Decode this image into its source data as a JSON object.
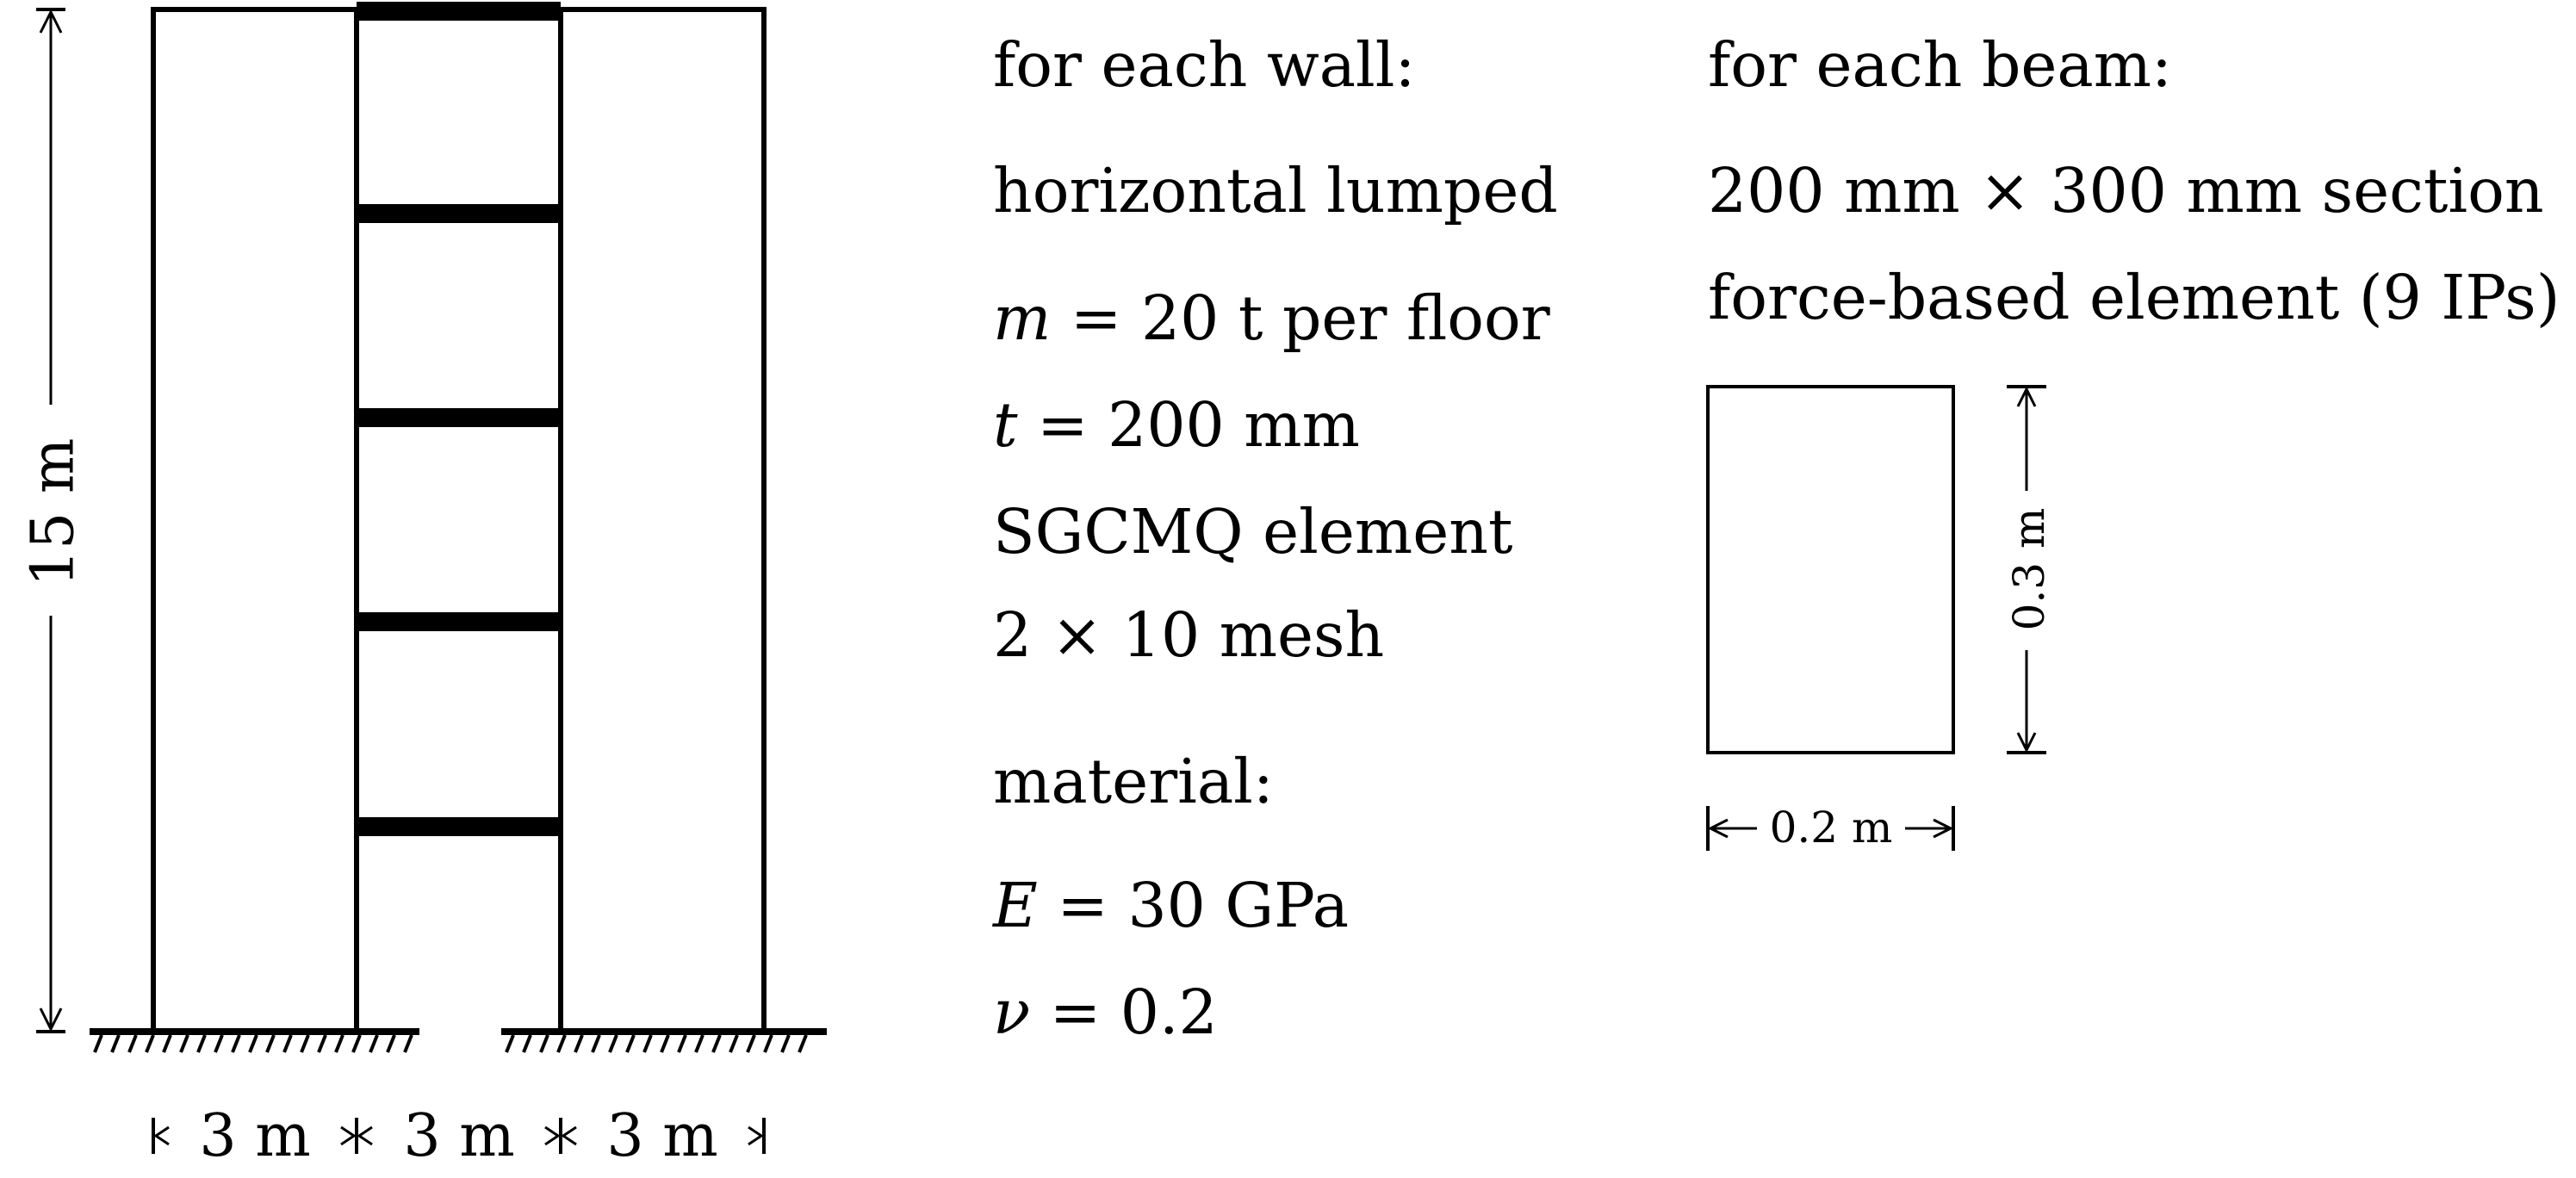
{
  "dimensions": {
    "height": "15 m",
    "bay_left": "3 m",
    "bay_middle": "3 m",
    "bay_right": "3 m",
    "section_width": "0.2 m",
    "section_height": "0.3 m"
  },
  "wall_notes": {
    "heading": "for each wall:",
    "line1": "horizontal lumped",
    "mass_symbol": "m",
    "mass_rest": "= 20 t per floor",
    "thickness_symbol": "t",
    "thickness_rest": "= 200 mm",
    "element": "SGCMQ element",
    "mesh": "2 × 10 mesh"
  },
  "material_notes": {
    "heading": "material:",
    "E_symbol": "E",
    "E_rest": "= 30 GPa",
    "nu_symbol": "ν",
    "nu_rest": "= 0.2"
  },
  "beam_notes": {
    "heading": "for each beam:",
    "section": "200 mm × 300 mm section",
    "element": "force-based element (9 IPs)"
  },
  "colors": {
    "ink": "#000000",
    "background": "#ffffff"
  }
}
